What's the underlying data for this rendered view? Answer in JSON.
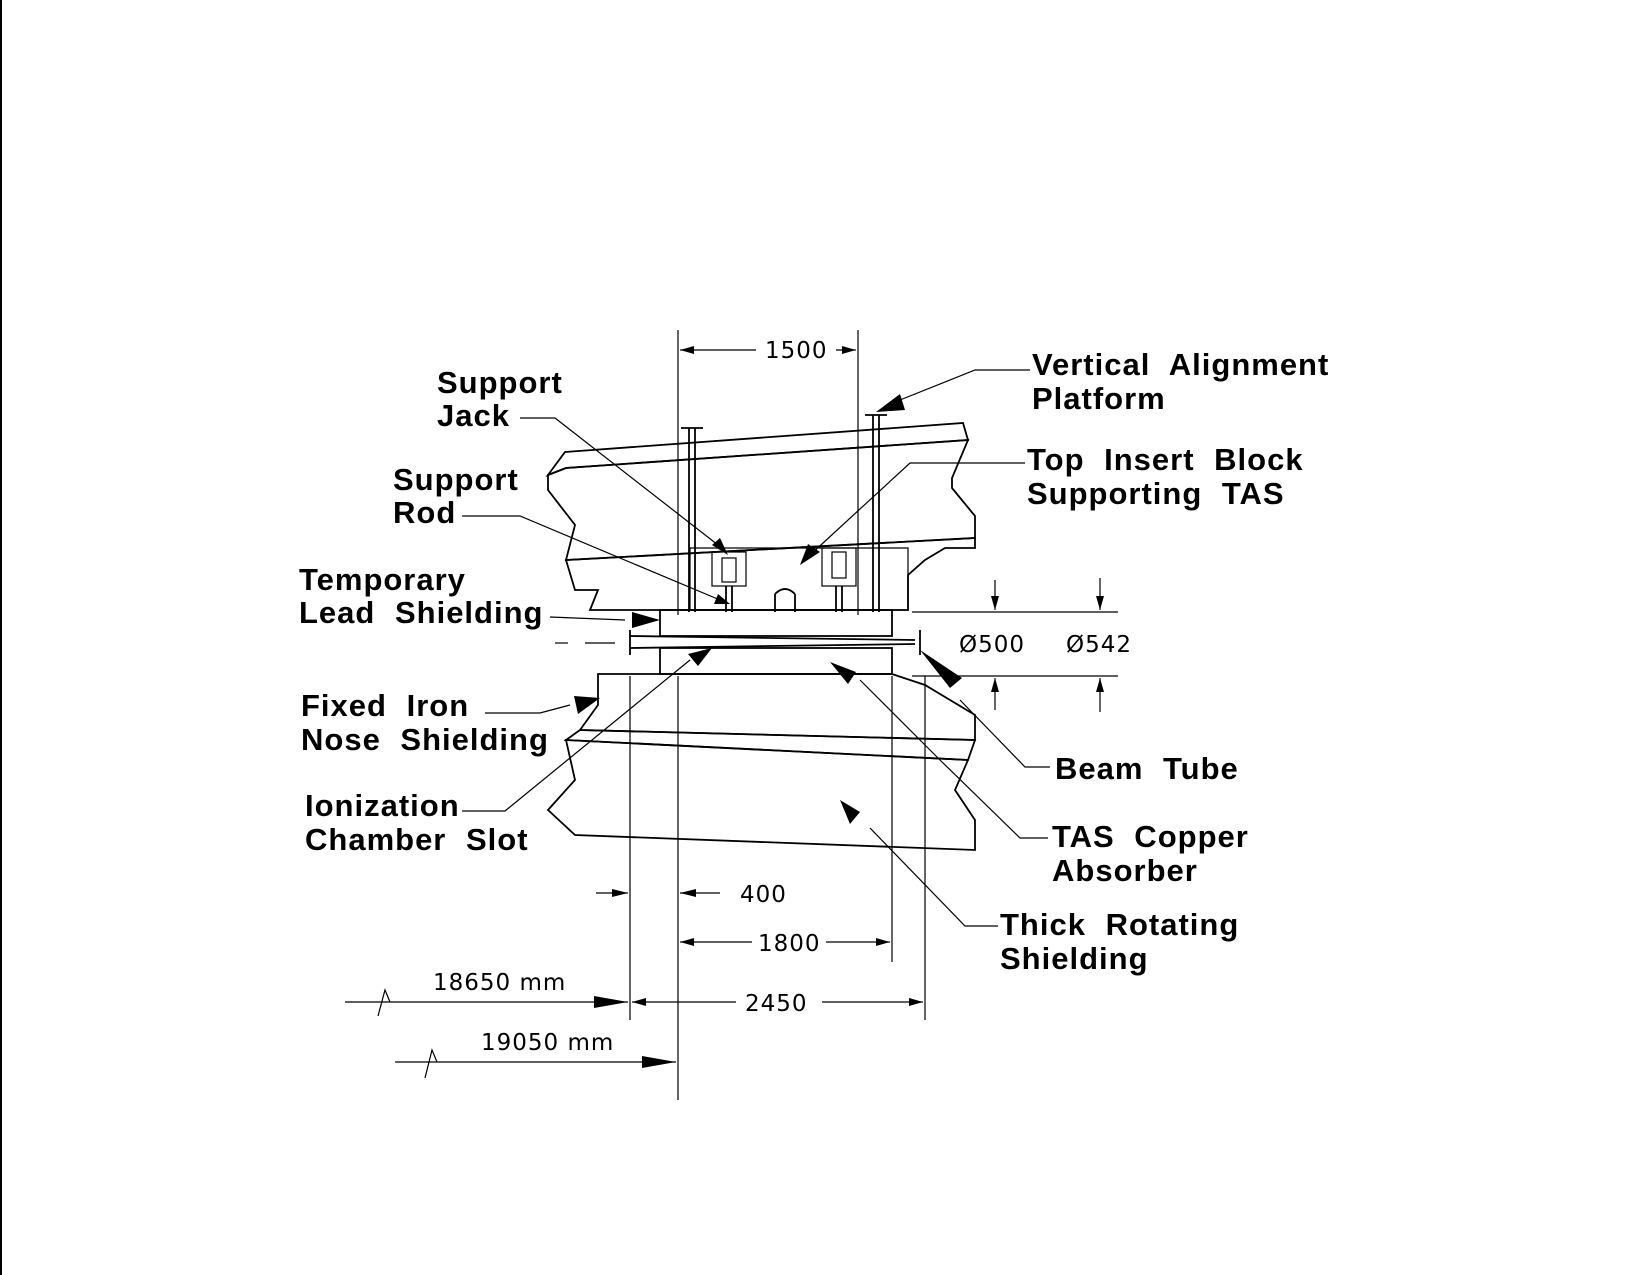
{
  "labels": {
    "support_jack": [
      "Support",
      "Jack"
    ],
    "support_rod": [
      "Support",
      "Rod"
    ],
    "temporary_lead": [
      "Temporary",
      "Lead Shielding"
    ],
    "fixed_iron": [
      "Fixed Iron",
      "Nose Shielding"
    ],
    "ionization": [
      "Ionization",
      "Chamber Slot"
    ],
    "vertical_alignment": [
      "Vertical Alignment",
      "Platform"
    ],
    "top_insert": [
      "Top Insert Block",
      "Supporting TAS"
    ],
    "beam_tube": [
      "Beam Tube"
    ],
    "tas_copper": [
      "TAS Copper",
      "Absorber"
    ],
    "thick_rotating": [
      "Thick Rotating",
      "Shielding"
    ]
  },
  "dimensions": {
    "d1500": "1500",
    "d400": "400",
    "d1800": "1800",
    "d2450": "2450",
    "d18650": "18650 mm",
    "d19050": "19050 mm",
    "dia500": "Ø500",
    "dia542": "Ø542"
  }
}
